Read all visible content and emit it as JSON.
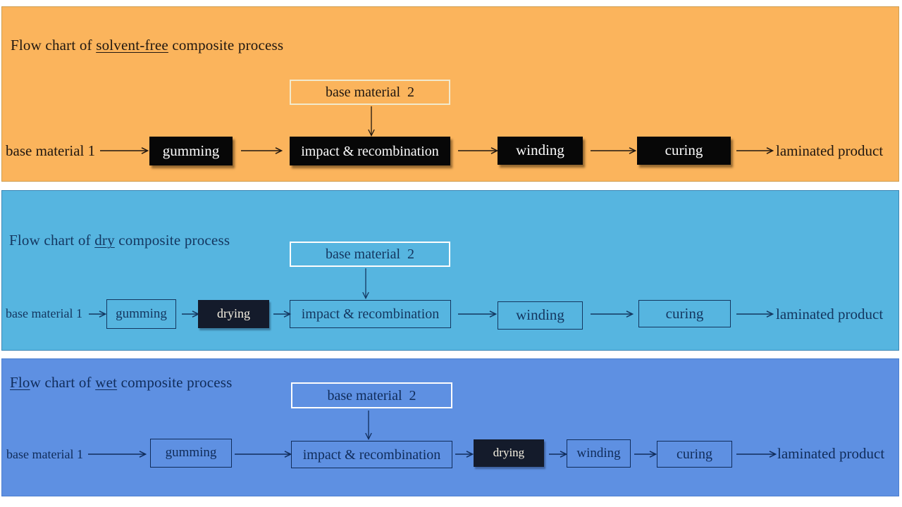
{
  "panels": [
    {
      "id": "solvent-free",
      "title_parts": [
        "Flow chart of ",
        "solvent-free",
        " composite process"
      ],
      "nodes": {
        "base_material_2": "base material  2",
        "base_material_1": "base material 1",
        "gumming": "gumming",
        "impact": "impact & recombination",
        "winding": "winding",
        "curing": "curing",
        "laminated_product": "laminated product"
      }
    },
    {
      "id": "dry",
      "title_parts": [
        "Flow chart of ",
        "dry",
        " composite process"
      ],
      "nodes": {
        "base_material_2": "base material  2",
        "base_material_1": "base material 1",
        "gumming": "gumming",
        "drying": "drying",
        "impact": "impact & recombination",
        "winding": "winding",
        "curing": "curing",
        "laminated_product": "laminated product"
      }
    },
    {
      "id": "wet",
      "title_parts": [
        "Flo",
        "w chart of ",
        "wet",
        " composite process"
      ],
      "nodes": {
        "base_material_2": "base material  2",
        "base_material_1": "base material 1",
        "gumming": "gumming",
        "impact": "impact & recombination",
        "drying": "drying",
        "winding": "winding",
        "curing": "curing",
        "laminated_product": "laminated product"
      }
    }
  ],
  "colors": {
    "panel_solvent_free_bg": "#FBB45C",
    "panel_dry_bg": "#56B5E0",
    "panel_wet_bg": "#5E90E2",
    "process_box_black": "#070707",
    "drying_box_dark_navy": "#141B2B",
    "dark_text_orange_panel": "#201710",
    "navy_text_blue_panels": "#14365F"
  }
}
